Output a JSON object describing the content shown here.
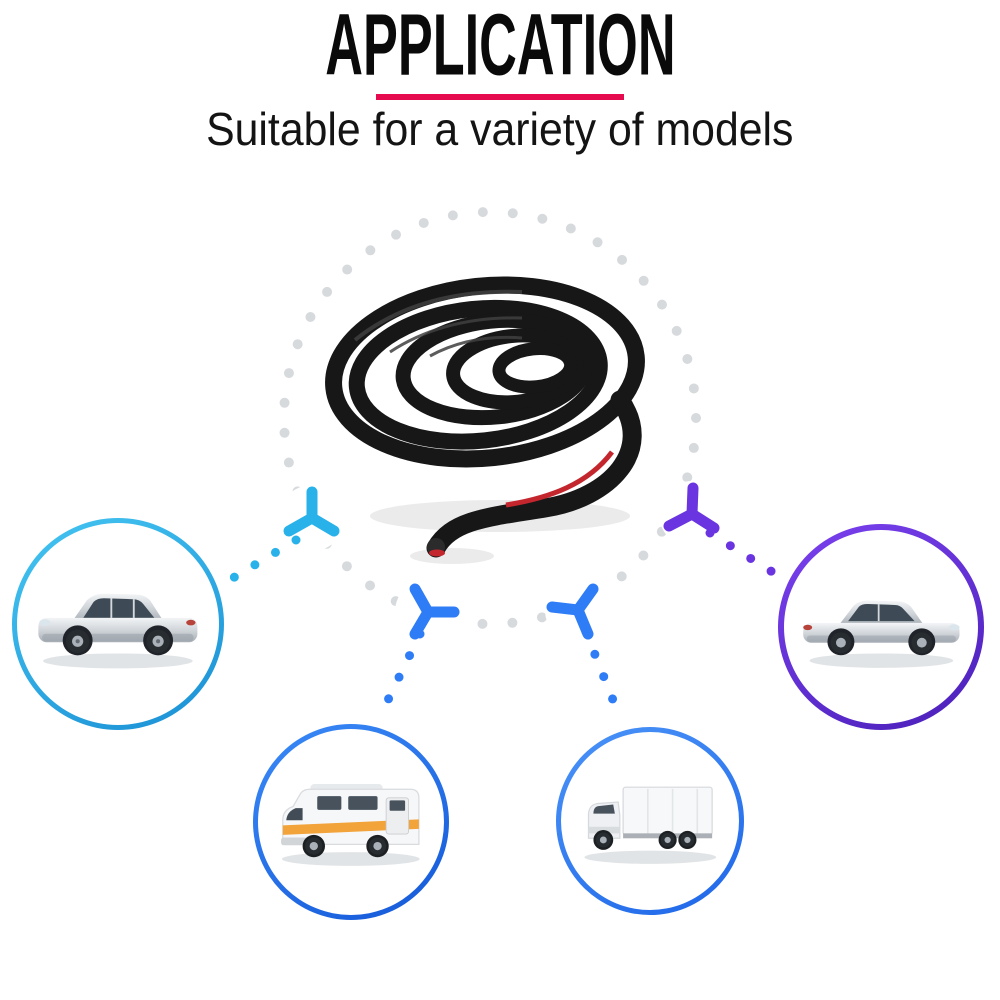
{
  "header": {
    "title": "APPLICATION",
    "subtitle": "Suitable for a variety of models"
  },
  "colors": {
    "accent_red": "#e60a4e",
    "ring_dot_gray": "#d7dadd",
    "node_cyan": "#29b2ea",
    "node_blue": "#2f7df6",
    "node_purple": "#6a35e0",
    "ring_cyan_1": "#45c6f2",
    "ring_cyan_2": "#1a8fd4",
    "ring_purple_1": "#7b42f0",
    "ring_purple_2": "#4a1fb8",
    "ring_blue_1": "#3b8bf8",
    "ring_blue_2": "#1458d8",
    "ring_blue_3": "#4b94f8",
    "ring_blue_4": "#1e66e8",
    "strip_black": "#171717",
    "strip_red": "#c4262e"
  },
  "scene": {
    "product_icon": "rubber-seal-strip-coil",
    "vehicle_icons": [
      "suv-icon",
      "sedan-icon",
      "motorhome-icon",
      "box-truck-icon"
    ]
  }
}
